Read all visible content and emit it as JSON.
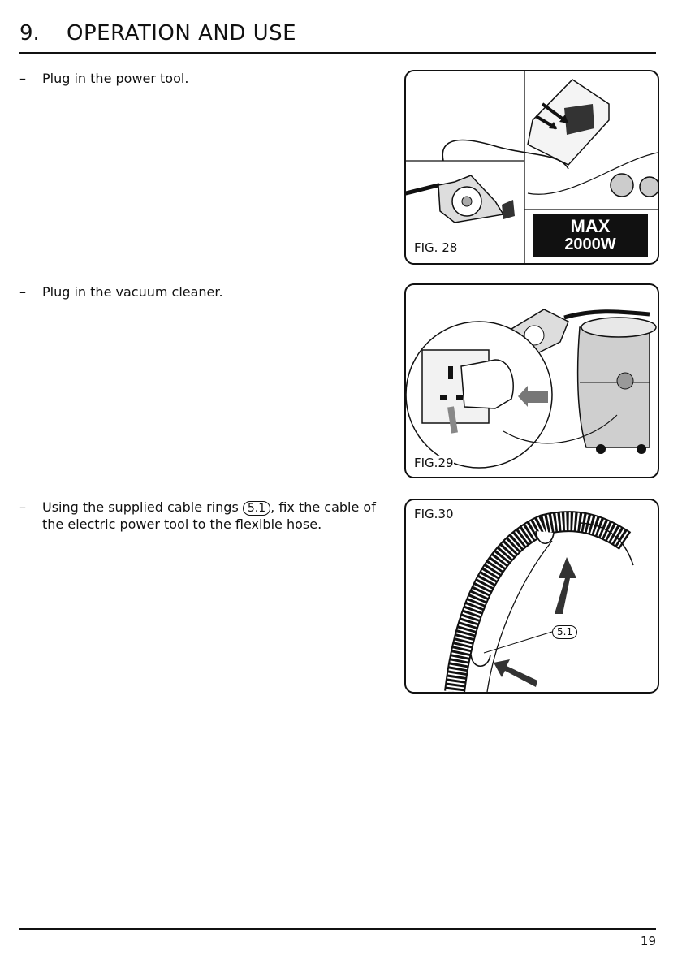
{
  "header": {
    "number": "9.",
    "title": "OPERATION AND USE"
  },
  "steps": [
    {
      "dash": "–",
      "text": "Plug in the power tool."
    },
    {
      "dash": "–",
      "text": "Plug in the vacuum cleaner."
    },
    {
      "dash": "–",
      "text_before": "Using the supplied cable rings",
      "ref": "5.1",
      "text_after": ", fix the cable of the electric power tool to the flexible hose."
    }
  ],
  "figures": [
    {
      "label": "FIG. 28",
      "badge_line1": "MAX",
      "badge_line2": "2000W"
    },
    {
      "label": "FIG.29"
    },
    {
      "label": "FIG.30",
      "callout": "5.1"
    }
  ],
  "footer": {
    "page_number": "19"
  }
}
